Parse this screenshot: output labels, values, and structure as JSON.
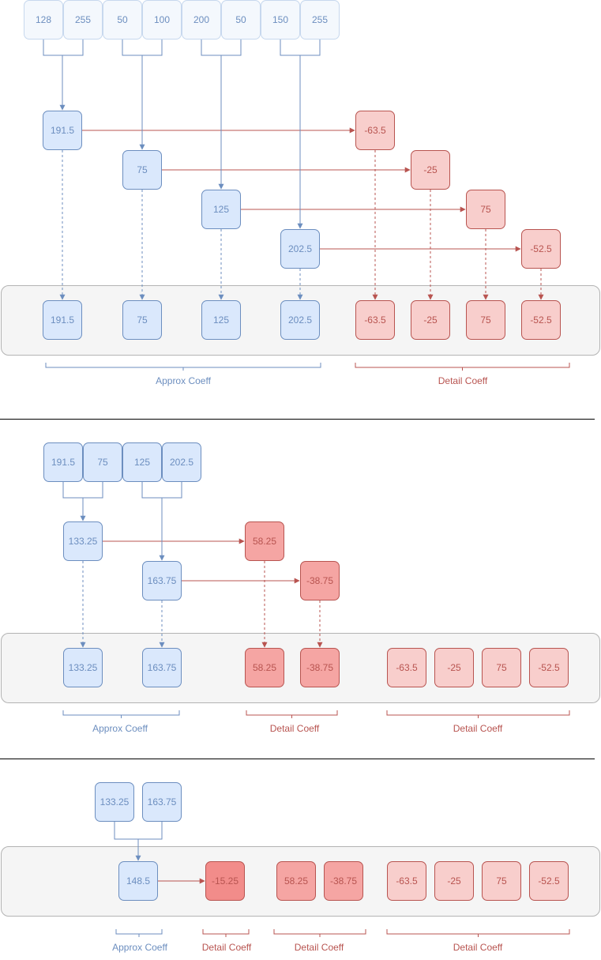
{
  "colors": {
    "approx_fill": "#dae8fc",
    "approx_stroke": "#6c8ebf",
    "input_fill": "#f4f8fd",
    "detail_fill_level1": "#f8cecc",
    "detail_fill_level2": "#f5a5a3",
    "detail_fill_level3": "#f28c8a",
    "detail_stroke": "#b85450",
    "panel_fill": "#f5f5f5"
  },
  "level1": {
    "inputs": [
      "128",
      "255",
      "50",
      "100",
      "200",
      "50",
      "150",
      "255"
    ],
    "approx": [
      "191.5",
      "75",
      "125",
      "202.5"
    ],
    "detail": [
      "-63.5",
      "-25",
      "75",
      "-52.5"
    ],
    "output_approx": [
      "191.5",
      "75",
      "125",
      "202.5"
    ],
    "output_detail": [
      "-63.5",
      "-25",
      "75",
      "-52.5"
    ],
    "label_approx": "Approx Coeff",
    "label_detail": "Detail Coeff"
  },
  "level2": {
    "inputs": [
      "191.5",
      "75",
      "125",
      "202.5"
    ],
    "approx": [
      "133.25",
      "163.75"
    ],
    "detail": [
      "58.25",
      "-38.75"
    ],
    "output_approx": [
      "133.25",
      "163.75"
    ],
    "output_detail": [
      "58.25",
      "-38.75"
    ],
    "output_detail_prev": [
      "-63.5",
      "-25",
      "75",
      "-52.5"
    ],
    "label_approx": "Approx Coeff",
    "label_detail": "Detail Coeff",
    "label_detail_prev": "Detail Coeff"
  },
  "level3": {
    "inputs": [
      "133.25",
      "163.75"
    ],
    "approx": [
      "148.5"
    ],
    "detail": [
      "-15.25"
    ],
    "output_detail_l2": [
      "58.25",
      "-38.75"
    ],
    "output_detail_l1": [
      "-63.5",
      "-25",
      "75",
      "-52.5"
    ],
    "label_approx": "Approx Coeff",
    "label_detail": "Detail Coeff",
    "label_detail_l2": "Detail Coeff",
    "label_detail_l1": "Detail Coeff"
  }
}
